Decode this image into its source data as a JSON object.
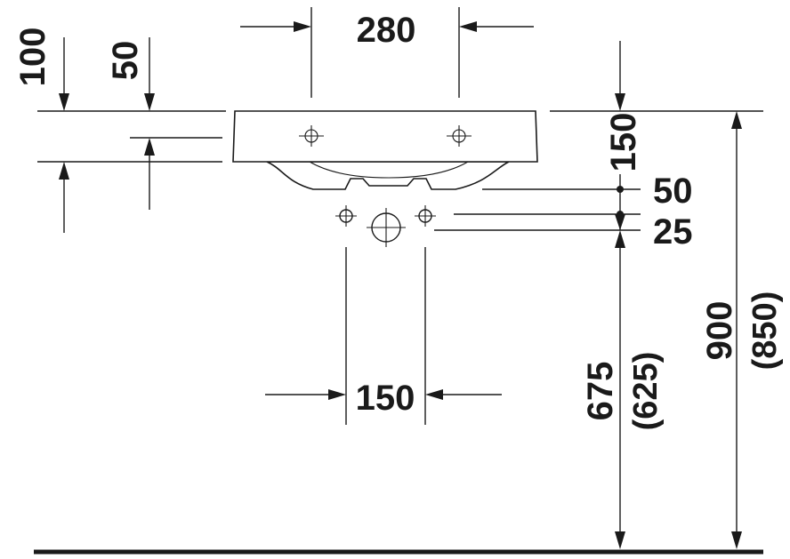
{
  "dimensions": {
    "top_width": "280",
    "top_offset": "100",
    "overflow_offset": "50",
    "right_depth": "150",
    "drain_offset": "50",
    "supply_offset": "25",
    "bottom_width": "150",
    "drain_height": "675",
    "drain_height_alt": "(625)",
    "rim_height": "900",
    "rim_height_alt": "(850)"
  }
}
